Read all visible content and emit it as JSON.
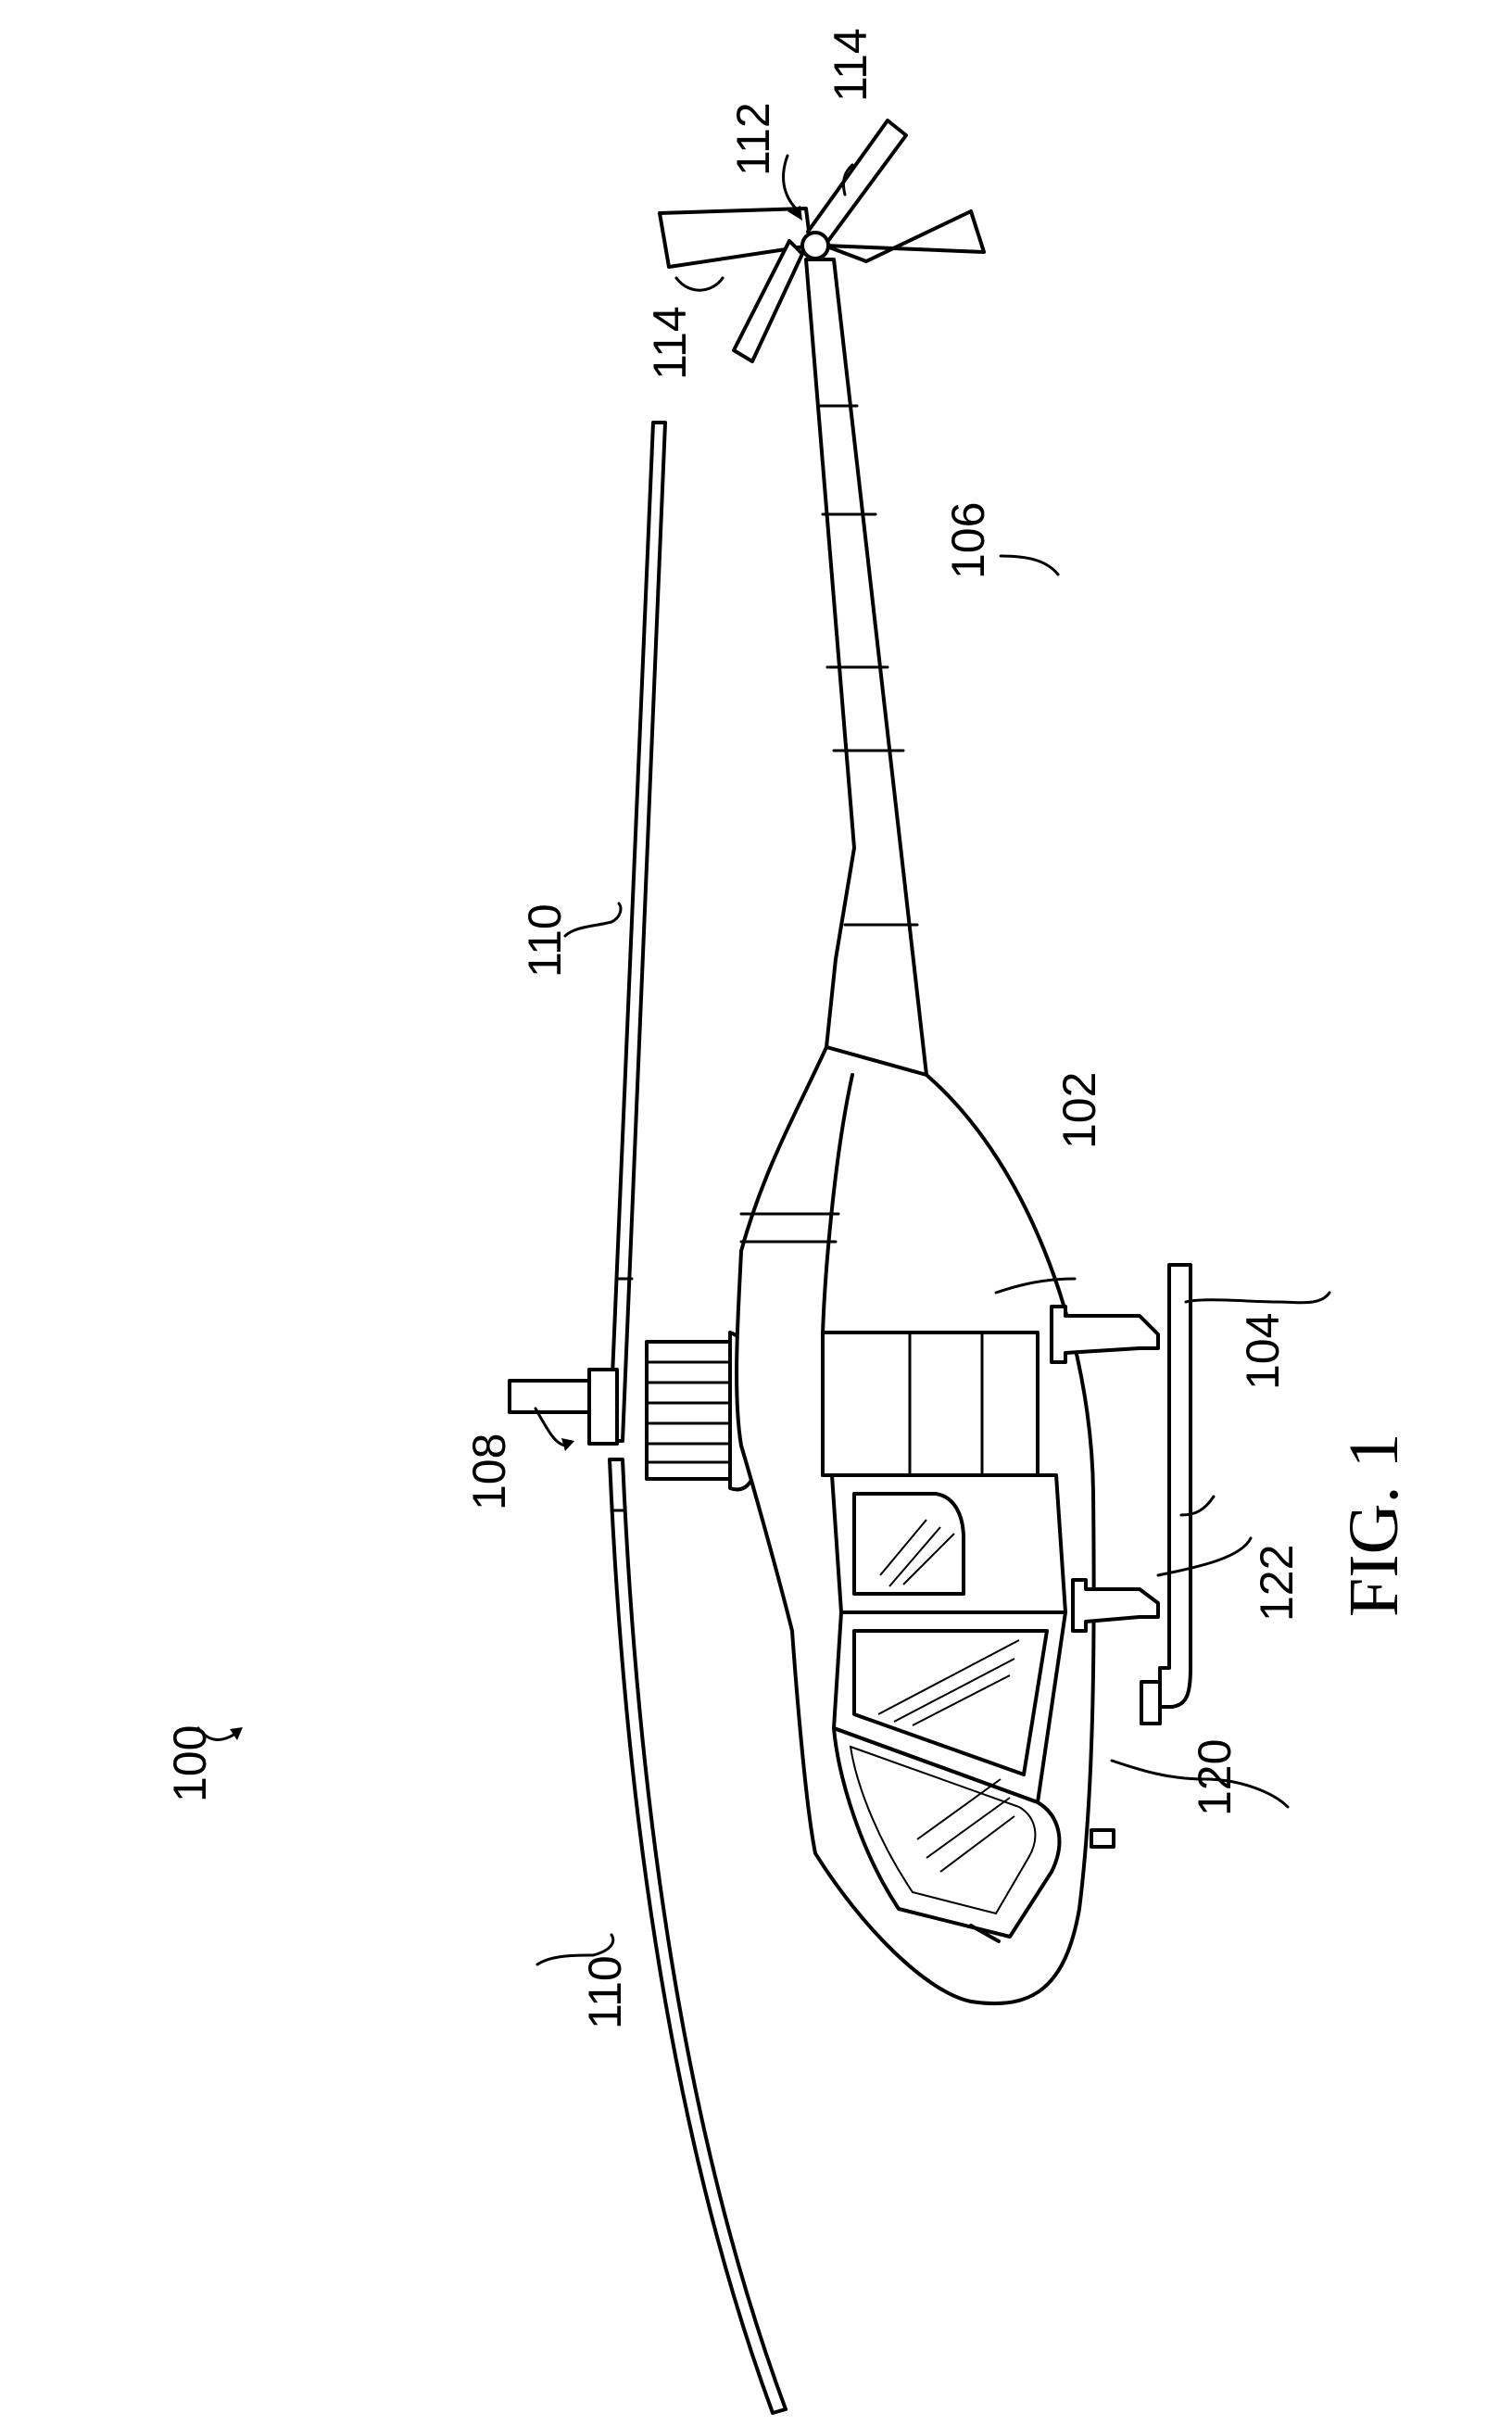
{
  "figure": {
    "caption": "FIG. 1",
    "labels": {
      "aircraft": "100",
      "fuselage": "102",
      "landing_gear": "104",
      "tail_boom": "106",
      "main_rotor": "108",
      "main_blade_left": "110",
      "main_blade_right": "110",
      "tail_rotor": "112",
      "tail_blade_top": "114",
      "tail_blade_bottom": "114",
      "door_front": "120",
      "door_rear": "122"
    }
  }
}
